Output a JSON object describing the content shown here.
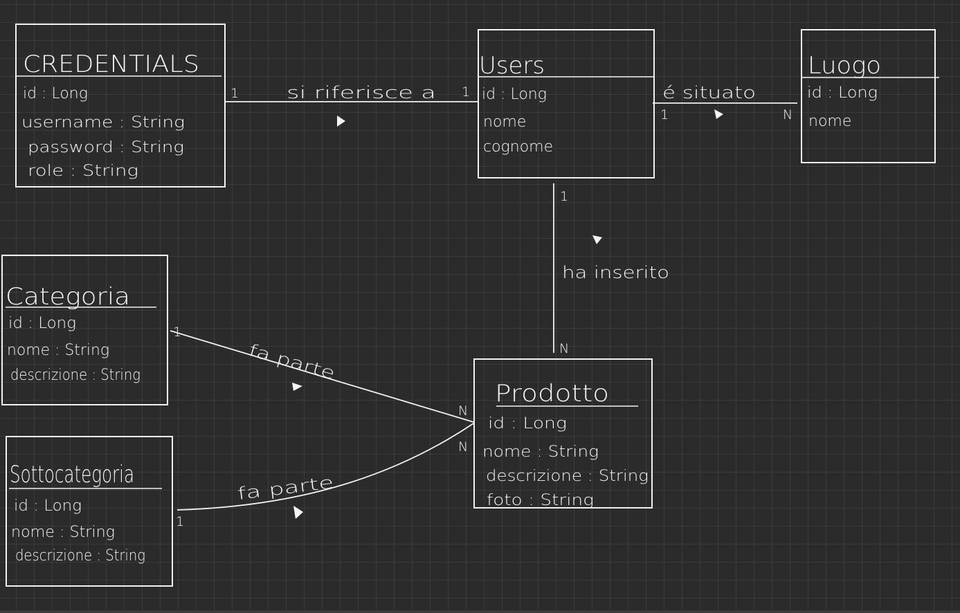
{
  "entities": {
    "credentials": {
      "title": "CREDENTIALS",
      "attrs": [
        "id : Long",
        "username : String",
        "password : String",
        "role : String"
      ]
    },
    "users": {
      "title": "Users",
      "attrs": [
        "id : Long",
        "nome",
        "cognome"
      ]
    },
    "luogo": {
      "title": "Luogo",
      "attrs": [
        "id : Long",
        "nome"
      ]
    },
    "categoria": {
      "title": "Categoria",
      "attrs": [
        "id : Long",
        "nome : String",
        "descrizione : String"
      ]
    },
    "sottocategoria": {
      "title": "Sottocategoria",
      "attrs": [
        "id : Long",
        "nome : String",
        "descrizione : String"
      ]
    },
    "prodotto": {
      "title": "Prodotto",
      "attrs": [
        "id : Long",
        "nome : String",
        "descrizione : String",
        "foto : String"
      ]
    }
  },
  "relations": {
    "riferisce": {
      "label": "si riferisce a",
      "card_from": "1",
      "card_to": "1"
    },
    "situato": {
      "label": "é situato",
      "card_from": "1",
      "card_to": "N"
    },
    "inserito": {
      "label": "ha inserito",
      "card_from": "1",
      "card_to": "N"
    },
    "categoria_parte": {
      "label": "fa parte",
      "card_from": "1",
      "card_to": "N"
    },
    "sottocat_parte": {
      "label": "fa parte",
      "card_from": "1",
      "card_to": "N"
    }
  }
}
